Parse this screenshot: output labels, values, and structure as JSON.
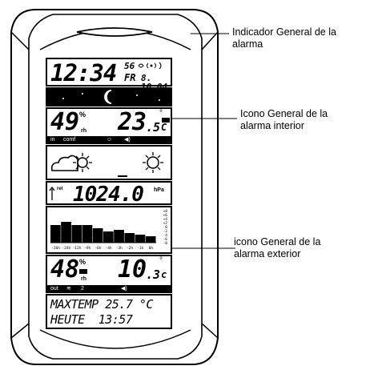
{
  "callouts": {
    "general_alarm": "Indicador General de la\nalarma",
    "indoor_alarm": "Icono General de la\nalarma interior",
    "outdoor_alarm": "icono General de la\nalarma exterior"
  },
  "time_panel": {
    "time": "12:34",
    "seconds": "56",
    "day": "FR",
    "date": "8. 10.04"
  },
  "indoor_panel": {
    "humidity": "49",
    "humidity_unit": "%",
    "humidity_sub": "rh",
    "temp_int": "23",
    "temp_dec": ".5",
    "temp_unit": "C",
    "degree": "°",
    "label_in": "in",
    "label_comf": "comf"
  },
  "pressure_panel": {
    "prefix": "rel",
    "value": "1024.0",
    "unit": "hPa"
  },
  "history_panel": {
    "x_labels": [
      "-36h",
      "-24h",
      "-12h",
      "-9h",
      "-6h",
      "-4h",
      "-3h",
      "-2h",
      "-1h",
      "0h"
    ],
    "y_labels": [
      "+8",
      "+6",
      "+4",
      "+2",
      "0",
      "-2",
      "-4",
      "-6",
      "-8"
    ],
    "levels": [
      0.55,
      0.65,
      0.55,
      0.55,
      0.45,
      0.35,
      0.4,
      0.3,
      0.25,
      0.2
    ]
  },
  "outdoor_panel": {
    "humidity": "48",
    "humidity_unit": "%",
    "humidity_sub": "rh",
    "temp_int": "10",
    "temp_dec": ".3",
    "temp_unit": "c",
    "degree": "°",
    "label_out": "out",
    "label_two": "2"
  },
  "text_panel": {
    "line1": "MAXTEMP 25.7 °C",
    "line2": "HEUTE  13:57"
  }
}
